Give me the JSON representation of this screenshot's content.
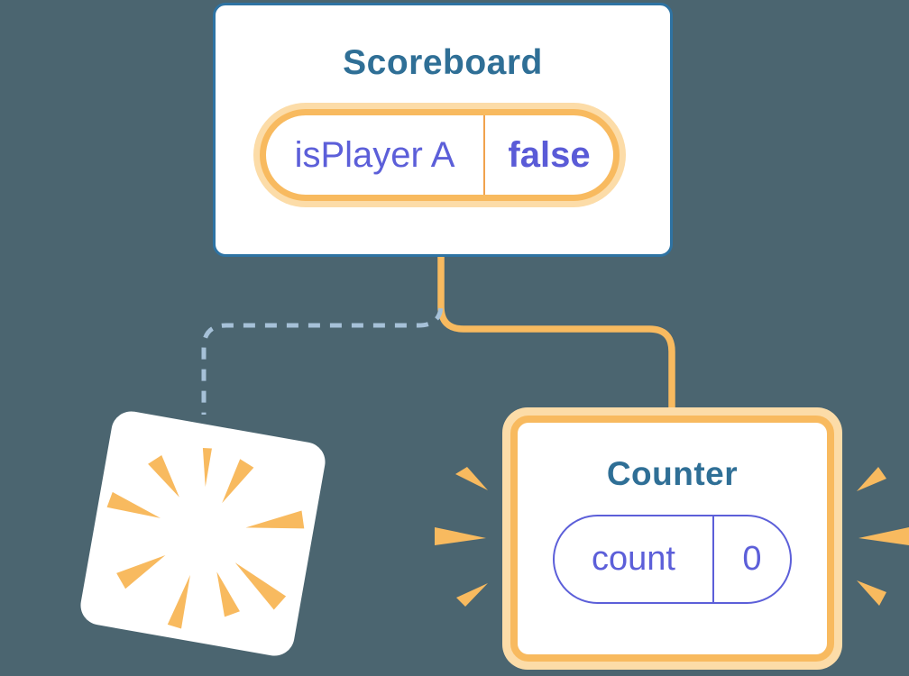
{
  "colors": {
    "background": "#4b6570",
    "card_white": "#ffffff",
    "card_border_blue": "#2e73a3",
    "title_blue": "#2f6f96",
    "purple": "#5c5fd9",
    "purple_bold": "#5a5bd7",
    "orange_strong": "#f8ba5f",
    "orange_light": "#fcdca8",
    "orange_divider": "#f0a24c",
    "dash_blue": "#a6c1d8"
  },
  "scoreboard": {
    "title": "Scoreboard",
    "state": {
      "label": "isPlayer A",
      "value": "false"
    }
  },
  "counter": {
    "title": "Counter",
    "state": {
      "label": "count",
      "value": "0"
    }
  },
  "icons": {
    "sparkles": "twinkle-stars",
    "poof": "destroyed-component-burst",
    "emphasis_rays": "attention-rays"
  }
}
